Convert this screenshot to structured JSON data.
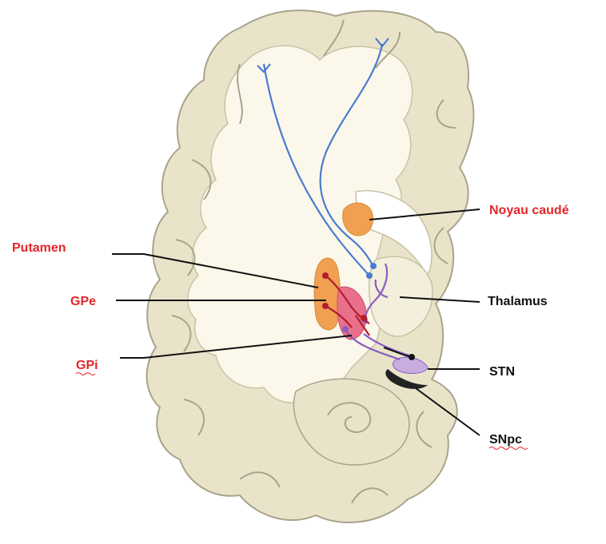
{
  "colors": {
    "background": "#ffffff",
    "cortex_fill": "#e9e4c9",
    "cortex_outline": "#a8a38b",
    "white_matter": "#fbf7ea",
    "striatum_orange": "#f0a050",
    "globus_pink": "#e8708a",
    "dark_red": "#b21c2c",
    "blue_pathway": "#4a7bd0",
    "purple_pathway": "#8b5cc2",
    "stn_fill": "#c8aee0",
    "snpc_fill": "#222222",
    "red_label": "#e3262b",
    "black_label": "#111111"
  },
  "labels": {
    "noyau_caude": "Noyau caudé",
    "putamen": "Putamen",
    "gpe": "GPe",
    "gpi": "GPi",
    "thalamus": "Thalamus",
    "stn": "STN",
    "snpc": "SNpc"
  }
}
